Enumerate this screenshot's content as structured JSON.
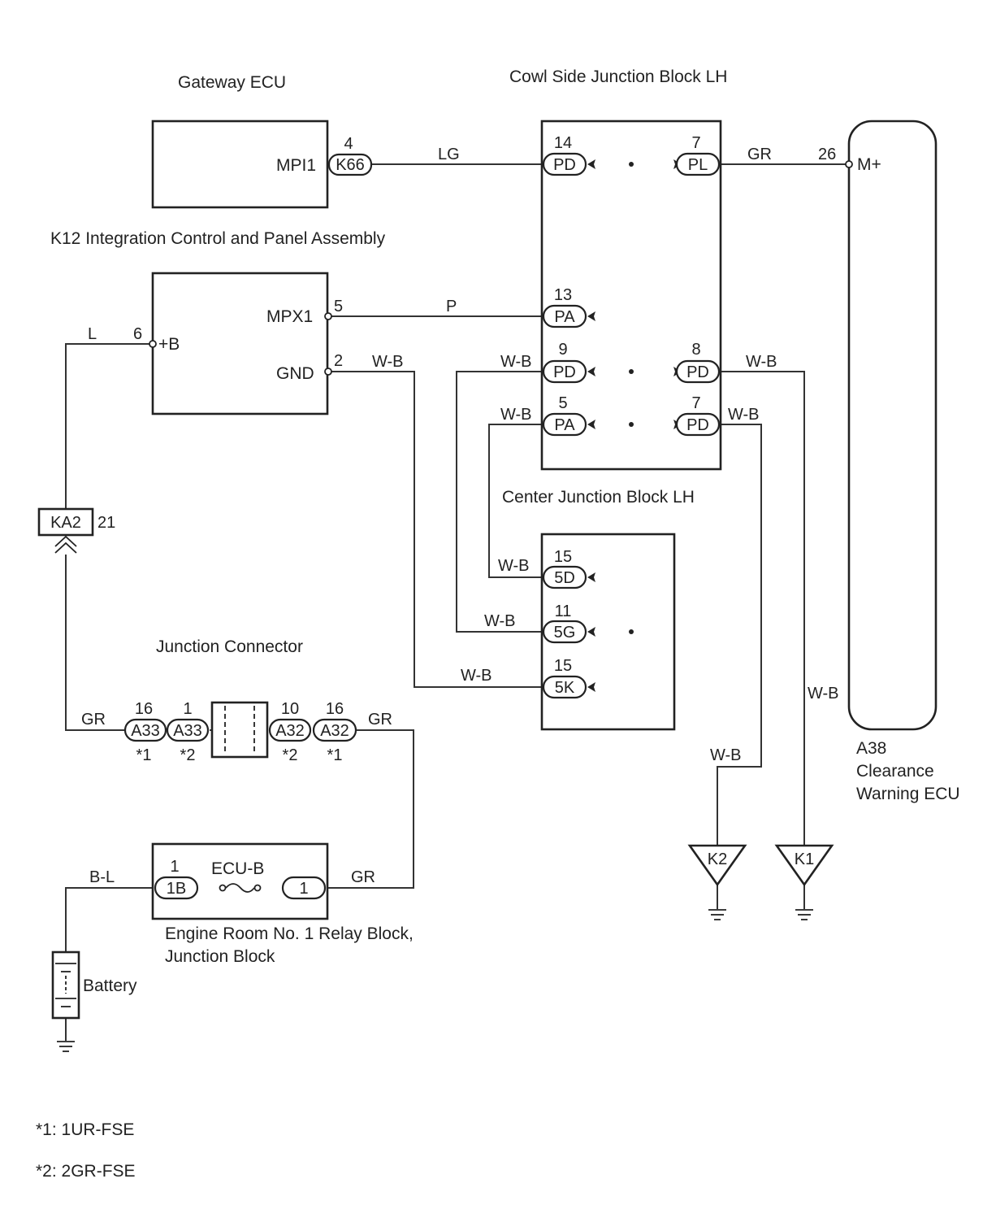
{
  "components": {
    "gateway_ecu": "Gateway ECU",
    "cowl_jb": "Cowl Side Junction Block LH",
    "k12": "K12 Integration Control and Panel Assembly",
    "center_jb": "Center Junction Block LH",
    "junction_connector": "Junction Connector",
    "relay_block_line1": "Engine Room No. 1 Relay Block,",
    "relay_block_line2": "Junction Block",
    "battery": "Battery",
    "a38_line1": "A38",
    "a38_line2": "Clearance",
    "a38_line3": "Warning ECU"
  },
  "terminals": {
    "mpi1": "MPI1",
    "mpx1": "MPX1",
    "gnd": "GND",
    "plus_b": "+B",
    "m_plus": "M+",
    "fuse": "ECU-B"
  },
  "connectors": {
    "k66": "K66",
    "pd": "PD",
    "pl": "PL",
    "pa": "PA",
    "5d": "5D",
    "5g": "5G",
    "5k": "5K",
    "ka2": "KA2",
    "a33": "A33",
    "a32": "A32",
    "1b": "1B",
    "relay_1": "1",
    "k2": "K2",
    "k1": "K1"
  },
  "pins": {
    "k66_4": "4",
    "pd_14": "14",
    "pl_7": "7",
    "a38_26": "26",
    "mpx1_5": "5",
    "pa_13": "13",
    "plusb_6": "6",
    "gnd_2": "2",
    "pd_9": "9",
    "pd_8": "8",
    "pa_5": "5",
    "pd_7": "7",
    "d5_15": "15",
    "g5_11": "11",
    "k5_15": "15",
    "ka2_21": "21",
    "a33_16": "16",
    "a33_1": "1",
    "a32_10": "10",
    "a32_16": "16",
    "b1_1": "1"
  },
  "wires": {
    "lg": "LG",
    "gr": "GR",
    "p": "P",
    "l": "L",
    "wb": "W-B",
    "bl": "B-L"
  },
  "notes": {
    "n1": "*1",
    "n2": "*2",
    "legend1": "*1: 1UR-FSE",
    "legend2": "*2: 2GR-FSE"
  }
}
